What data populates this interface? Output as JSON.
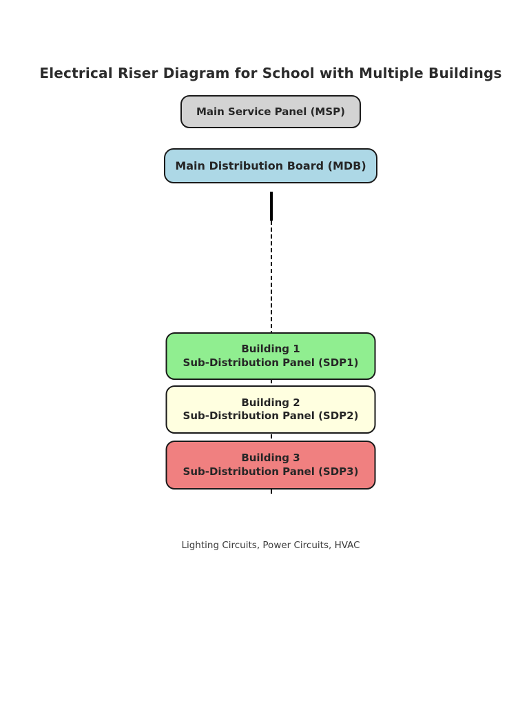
{
  "title": "Electrical Riser Diagram for School with Multiple Buildings",
  "nodes": {
    "msp": {
      "label": "Main Service Panel (MSP)",
      "fill": "#d3d3d3"
    },
    "mdb": {
      "label": "Main Distribution Board (MDB)",
      "fill": "#add8e6"
    },
    "buildings": [
      {
        "name": "Building 1",
        "panel": "Sub-Distribution Panel (SDP1)",
        "fill": "#90ee90"
      },
      {
        "name": "Building 2",
        "panel": "Sub-Distribution Panel (SDP2)",
        "fill": "#ffffe0"
      },
      {
        "name": "Building 3",
        "panel": "Sub-Distribution Panel (SDP3)",
        "fill": "#f08080"
      }
    ]
  },
  "connector": {
    "color": "#000000",
    "description": "riser feed from MDB to sub-distribution panels, solid then dashed"
  },
  "footer": {
    "circuits_label": "Lighting Circuits, Power Circuits, HVAC"
  }
}
